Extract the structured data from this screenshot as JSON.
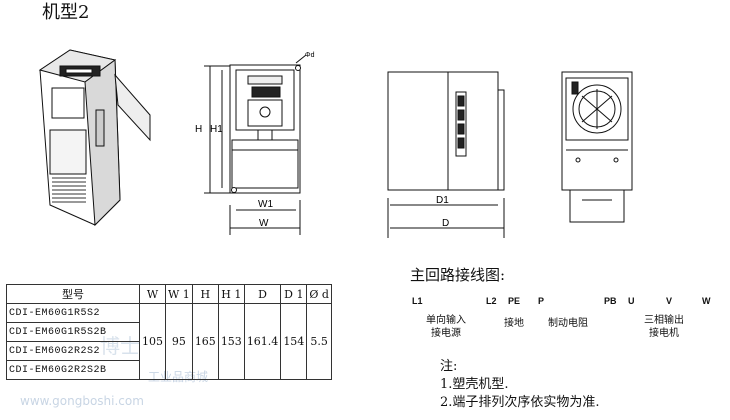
{
  "title": "机型2",
  "front_view": {
    "dims": {
      "H": "H",
      "H1": "H1",
      "W": "W",
      "W1": "W1",
      "hole": "Φd"
    }
  },
  "side_view": {
    "dims": {
      "D": "D",
      "D1": "D1"
    }
  },
  "spec_table": {
    "headers": [
      "型号",
      "W",
      "W 1",
      "H",
      "H 1",
      "D",
      "D 1",
      "Ø d"
    ],
    "models": [
      "CDI-EM60G1R5S2",
      "CDI-EM60G1R5S2B",
      "CDI-EM60G2R2S2",
      "CDI-EM60G2R2S2B"
    ],
    "values": [
      "105",
      "95",
      "165",
      "153",
      "161.4",
      "154",
      "5.5"
    ]
  },
  "wiring": {
    "title": "主回路接线图:",
    "terminals": [
      "L1",
      "L2",
      "PE",
      "P",
      "PB",
      "U",
      "V",
      "W"
    ],
    "groups": [
      {
        "line1": "单向输入",
        "line2": "接电源"
      },
      {
        "line1": "接地",
        "line2": ""
      },
      {
        "line1": "制动电阻",
        "line2": ""
      },
      {
        "line1": "三相输出",
        "line2": "接电机"
      }
    ]
  },
  "notes": {
    "heading": "注:",
    "items": [
      "1.塑壳机型.",
      "2.端子排列次序依实物为准."
    ]
  },
  "watermark": {
    "brand": "博士",
    "sub": "工业品商城",
    "url": "www.gongboshi.com"
  }
}
